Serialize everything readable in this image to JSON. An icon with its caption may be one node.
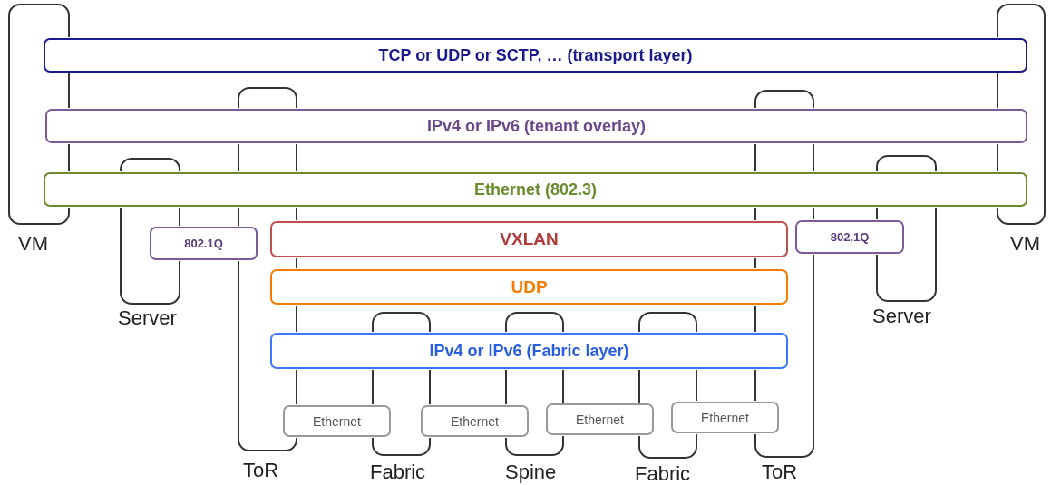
{
  "diagram": {
    "nodes": [
      {
        "text": [
          "VM"
        ]
      },
      {
        "text": [
          "TCP or UDP or SCTP, … (transport layer)"
        ]
      },
      {
        "text": [
          "VM"
        ]
      },
      {
        "text": [
          "ToR"
        ]
      },
      {
        "text": [
          "ToR"
        ]
      },
      {
        "text": [
          "IPv4 or IPv6 (tenant overlay)"
        ]
      },
      {
        "text": [
          "Server"
        ]
      },
      {
        "text": [
          "Server"
        ]
      },
      {
        "text": [
          "Ethernet (802.3)"
        ]
      },
      {
        "text": [
          "802.1Q"
        ]
      },
      {
        "text": [
          "VXLAN"
        ]
      },
      {
        "text": [
          "802.1Q"
        ]
      },
      {
        "text": [
          "UDP"
        ]
      },
      {
        "text": [
          "Fabric"
        ]
      },
      {
        "text": [
          "Spine"
        ]
      },
      {
        "text": [
          "Fabric"
        ]
      },
      {
        "text": [
          "IPv4 or IPv6 (Fabric layer)"
        ]
      },
      {
        "text": [
          "Ethernet"
        ]
      },
      {
        "text": [
          "Ethernet"
        ]
      },
      {
        "text": [
          "Ethernet"
        ]
      },
      {
        "text": [
          "Ethernet"
        ]
      }
    ]
  }
}
